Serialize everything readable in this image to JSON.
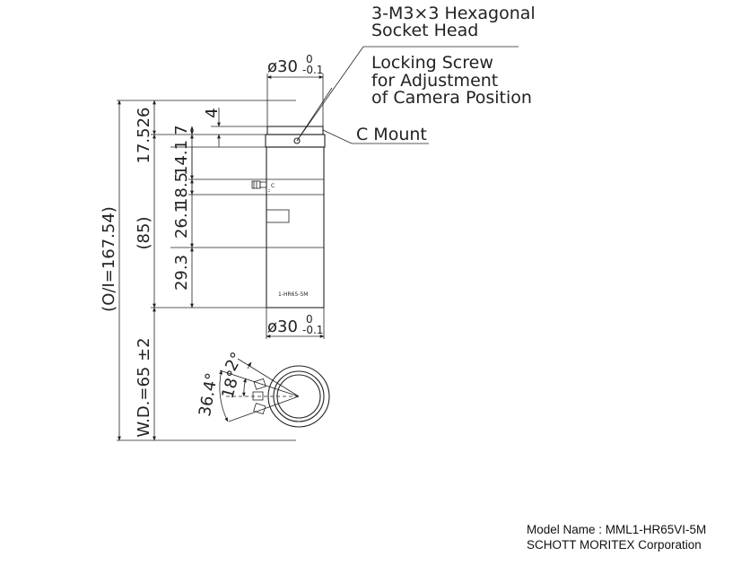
{
  "callouts": {
    "hex_line1": "3-M3×3 Hexagonal",
    "hex_line2": "Socket Head",
    "lock_line1": "Locking Screw",
    "lock_line2": "for Adjustment",
    "lock_line3": "of Camera Position",
    "mount": "C Mount"
  },
  "dimensions": {
    "diameter_top": "ø30",
    "diameter_top_upper": "0",
    "diameter_top_lower": "-0.1",
    "diameter_bottom": "ø30",
    "diameter_bottom_upper": "0",
    "diameter_bottom_lower": "-0.1",
    "oi": "(O/I=167.54)",
    "d17526": "17.526",
    "d85": "(85)",
    "wd": "W.D.=65 ±2",
    "d4": "4",
    "d7": "7",
    "d141": "14.1",
    "d185": "18.5",
    "d261": "26.1",
    "d293": "29.3",
    "angle_364": "36.4°",
    "angle_18": "18°",
    "angle_2": "2°"
  },
  "lens_label": "1-HR65-5M",
  "scale_mark": "C",
  "footer": {
    "model": "Model Name : MML1-HR65VI-5M",
    "company": "SCHOTT MORITEX Corporation"
  }
}
